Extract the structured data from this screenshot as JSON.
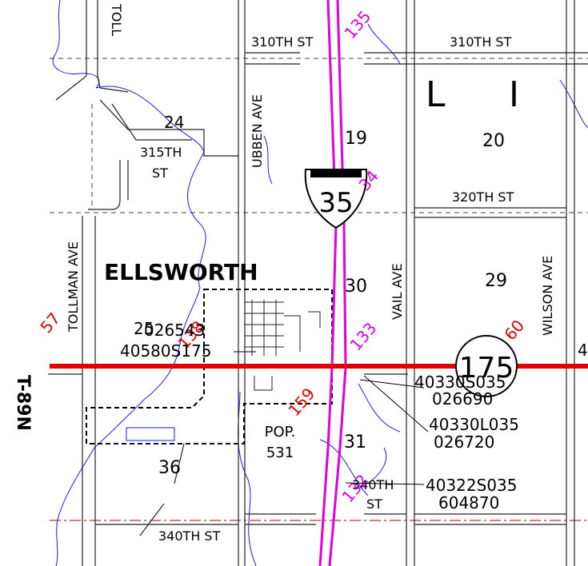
{
  "township_label": "T-89N",
  "city": {
    "name": "ELLSWORTH",
    "pop_label": "POP.",
    "pop_value": "531"
  },
  "streets": {
    "toll_top": "TOLL",
    "tollman_ave": "TOLLMAN AVE",
    "ubben_ave": "UBBEN AVE",
    "vail_ave": "VAIL AVE",
    "wilson_ave": "WILSON AVE",
    "st_310_left": "310TH ST",
    "st_310_right": "310TH ST",
    "st_315_a": "315TH",
    "st_315_b": "ST",
    "st_320": "320TH ST",
    "st_340": "340TH ST",
    "st_340_a": "340TH",
    "st_340_b": "ST"
  },
  "sections": {
    "s19": "19",
    "s20": "20",
    "s24": "24",
    "s25": "25",
    "s29": "29",
    "s30": "30",
    "s31": "31",
    "s36": "36"
  },
  "big_letters": {
    "l": "L",
    "i": "I"
  },
  "interstate": {
    "number": "35",
    "color": "#e000e0"
  },
  "highway": {
    "number": "175",
    "color": "#e00000"
  },
  "mileposts_magenta": {
    "m135": "135",
    "m134": "34",
    "m133": "133",
    "m132": "132"
  },
  "mileposts_red": {
    "r138": "138",
    "r159": "159",
    "r60": "60",
    "r57": "57"
  },
  "route_ids": {
    "id_026543": "026543",
    "id_40580s175": "40580S175",
    "id_40330s35": "40330S035",
    "id_026690": "026690",
    "id_40330l035": "40330L035",
    "id_026720": "026720",
    "id_40322s035": "40322S035",
    "id_604870": "604870",
    "edge_4": "4"
  }
}
